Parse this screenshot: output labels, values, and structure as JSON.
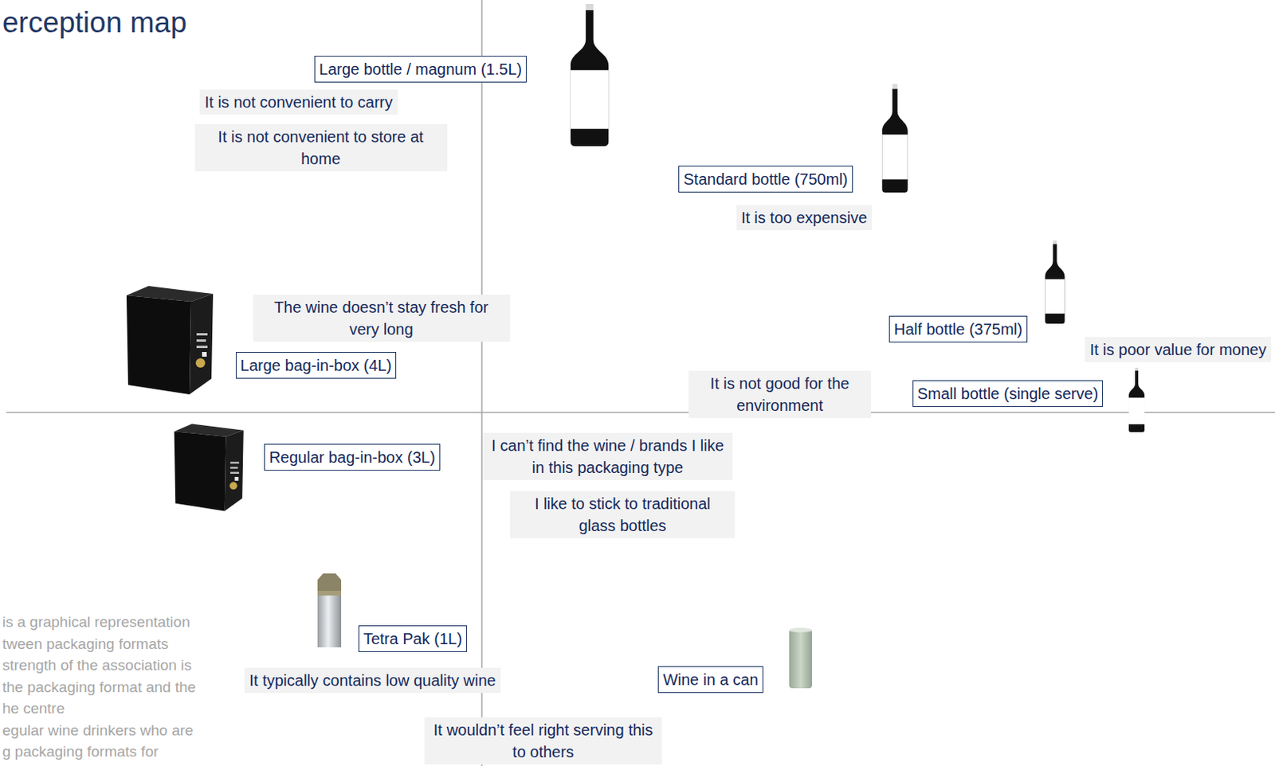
{
  "diagram": {
    "title": "erception map",
    "nodes": [
      {
        "text": [
          "Large bottle / magnum (1.5L)"
        ]
      },
      {
        "text": [
          "It is not convenient to carry"
        ]
      },
      {
        "text": [
          "It is not convenient to store at home"
        ]
      },
      {
        "text": [
          "Standard bottle (750ml)"
        ]
      },
      {
        "text": [
          "It is too expensive"
        ]
      },
      {
        "text": [
          "The wine doesn’t stay fresh for very long"
        ]
      },
      {
        "text": [
          "Half bottle (375ml)"
        ]
      },
      {
        "text": [
          "It is poor value for money"
        ]
      },
      {
        "text": [
          "Large bag-in-box (4L)"
        ]
      },
      {
        "text": [
          "It is not good for the environment"
        ]
      },
      {
        "text": [
          "Small bottle (single serve)"
        ]
      },
      {
        "text": [
          "I can’t find the wine / brands I like in this packaging type"
        ]
      },
      {
        "text": [
          "Regular bag-in-box (3L)"
        ]
      },
      {
        "text": [
          "I like to stick to traditional glass bottles"
        ]
      },
      {
        "text": [
          "Tetra Pak (1L)"
        ]
      },
      {
        "text": [
          "It typically contains low quality wine"
        ]
      },
      {
        "text": [
          "Wine in a can"
        ]
      },
      {
        "text": [
          "It wouldn’t feel right serving this to others"
        ]
      }
    ],
    "labels": [
      "is a graphical representation",
      "tween packaging formats",
      "strength of the association is",
      "the packaging format and the",
      "he centre",
      "egular wine drinkers who are",
      "g packaging formats for"
    ]
  }
}
